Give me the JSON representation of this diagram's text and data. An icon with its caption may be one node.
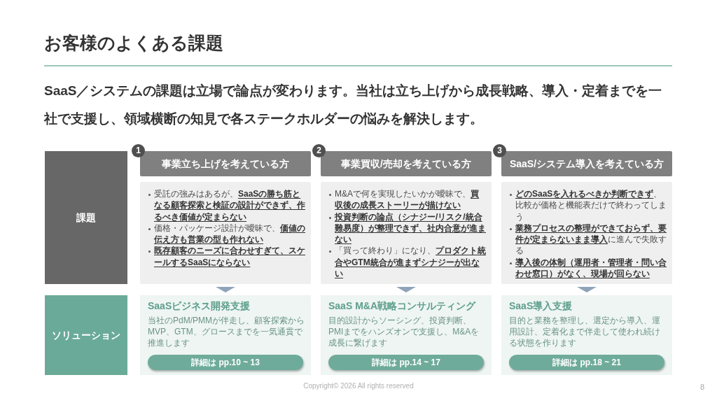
{
  "diagram": {
    "title": "お客様のよくある課題",
    "nodes": [
      {
        "text": [
          "課題"
        ]
      },
      {
        "text": [
          "1",
          "事業立ち上げを考えている方"
        ]
      },
      {
        "text": [
          "受託の強みはあるが、**SaaSの勝ち筋となる顧客探索と検証の設計ができず、作るべき価値が定まらない**",
          "価格・パッケージ設計が曖昧で、**価値の伝え方も営業の型も作れない**",
          "既存顧客のニーズに合わせすぎて、スケールするSaaSにならない"
        ]
      },
      {
        "text": [
          "2",
          "事業買収/売却を考えている方"
        ]
      },
      {
        "text": [
          "M&Aで何を実現したいかが曖昧で、**買収後の成長ストーリーが描けない**",
          "投資判断の論点（シナジー/リスク/統合難易度）が整理できず、社内合意が進まない",
          "「買って終わり」になり、**プロダクト統合やGTM統合が進まずシナジーが出ない**"
        ]
      },
      {
        "text": [
          "3",
          "SaaS/システム導入を考えている方"
        ]
      },
      {
        "text": [
          "**どのSaaSを入れるべきか判断できず**、比較が価格と機能表だけで終わってしまう",
          "**業務プロセスの整理ができておらず、要件が定まらないまま導入**に進んで失敗する",
          "導入後の体制（運用者・管理者・問い合わせ窓口）がなく、現場が回らない"
        ]
      },
      {
        "text": [
          "ソリューション"
        ]
      },
      {
        "text": [
          "SaaSビジネス開発支援",
          "当社のPdM/PMMが伴走し、顧客探索からMVP、GTM、グロースまでを一気通貫で推進します"
        ]
      },
      {
        "text": [
          "詳細は pp.10 ~ 13"
        ],
        "in": 8
      },
      {
        "text": [
          "SaaS M&A戦略コンサルティング",
          "目的設計からソーシング、投資判断、PMIまでをハンズオンで支援し、M&Aを成長に繋げます"
        ]
      },
      {
        "text": [
          "詳細は pp.14 ~ 17"
        ],
        "in": 10
      },
      {
        "text": [
          "SaaS導入支援",
          "目的と業務を整理し、選定から導入、運用設計、定着化まで伴走して使われ続ける状態を作ります"
        ]
      },
      {
        "text": [
          "詳細は pp.18 ~ 21"
        ],
        "in": 12
      }
    ],
    "edges": [
      {
        "from": 2,
        "to": 8,
        "arrow": "to"
      },
      {
        "from": 4,
        "to": 10,
        "arrow": "to"
      },
      {
        "from": 6,
        "to": 12,
        "arrow": "to"
      }
    ],
    "labels": [
      "SaaS／システムの課題は立場で論点が変わります。当社は立ち上げから成長戦略、導入・定着までを一社で支援し、領域横断の知見で各ステークホルダーの悩みを解決します。",
      "Copyright© 2026 All rights reserved",
      "8"
    ]
  }
}
